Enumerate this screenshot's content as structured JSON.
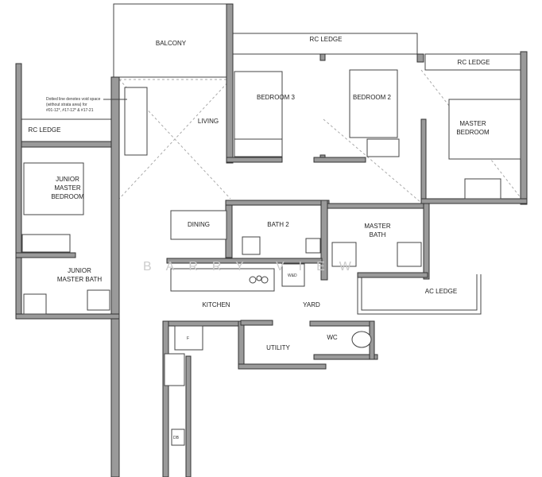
{
  "rooms": {
    "balcony": "BALCONY",
    "rc_ledge_top": "RC LEDGE",
    "rc_ledge_right": "RC LEDGE",
    "rc_ledge_left": "RC LEDGE",
    "bedroom3": "BEDROOM 3",
    "bedroom2": "BEDROOM 2",
    "master_bedroom": [
      "MASTER",
      "BEDROOM"
    ],
    "living": "LIVING",
    "dining": "DINING",
    "junior_master_bedroom": [
      "JUNIOR",
      "MASTER",
      "BEDROOM"
    ],
    "junior_master_bath": [
      "JUNIOR",
      "MASTER BATH"
    ],
    "bath2": "BATH 2",
    "master_bath": [
      "MASTER",
      "BATH"
    ],
    "ac_ledge": "AC LEDGE",
    "kitchen": "KITCHEN",
    "yard": "YARD",
    "utility": "UTILITY",
    "wc": "WC"
  },
  "fixtures": {
    "washer_dryer": "W&D",
    "fridge": "F",
    "db": "DB"
  },
  "note": [
    "Dotted line denotes void space",
    "(without strata area) for",
    "#01-12*, #17-12* & #17-21"
  ],
  "watermark": "BARRY VIEW"
}
